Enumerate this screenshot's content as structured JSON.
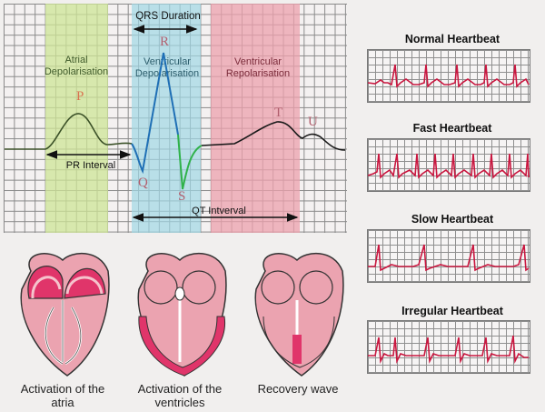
{
  "ecg_diagram": {
    "qrs_duration": "QRS Duration",
    "atrial_label": "Atrial Depolarisation",
    "ventricular_dep_label": "Ventricular Depolarisation",
    "ventricular_rep_label": "Ventricular Repolarisation",
    "pr_interval": "PR Interval",
    "qt_interval": "QT Intverval",
    "waves": {
      "p": "P",
      "q": "Q",
      "r": "R",
      "s": "S",
      "t": "T",
      "u": "U"
    },
    "colors": {
      "atrial_band": "#dfe9b6",
      "ventricular_dep_band": "#c3e2ea",
      "ventricular_rep_band": "#efbcc4",
      "trace_blue": "#1f6fb5",
      "trace_green": "#2fb24a",
      "trace_dark": "#1a1a1a"
    }
  },
  "rhythm_strips": [
    {
      "title": "Normal Heartbeat"
    },
    {
      "title": "Fast Heartbeat"
    },
    {
      "title": "Slow Heartbeat"
    },
    {
      "title": "Irregular Heartbeat"
    }
  ],
  "heart_stages": [
    {
      "caption": "Activation of the atria"
    },
    {
      "caption": "Activation of the ventricles"
    },
    {
      "caption": "Recovery wave"
    }
  ]
}
